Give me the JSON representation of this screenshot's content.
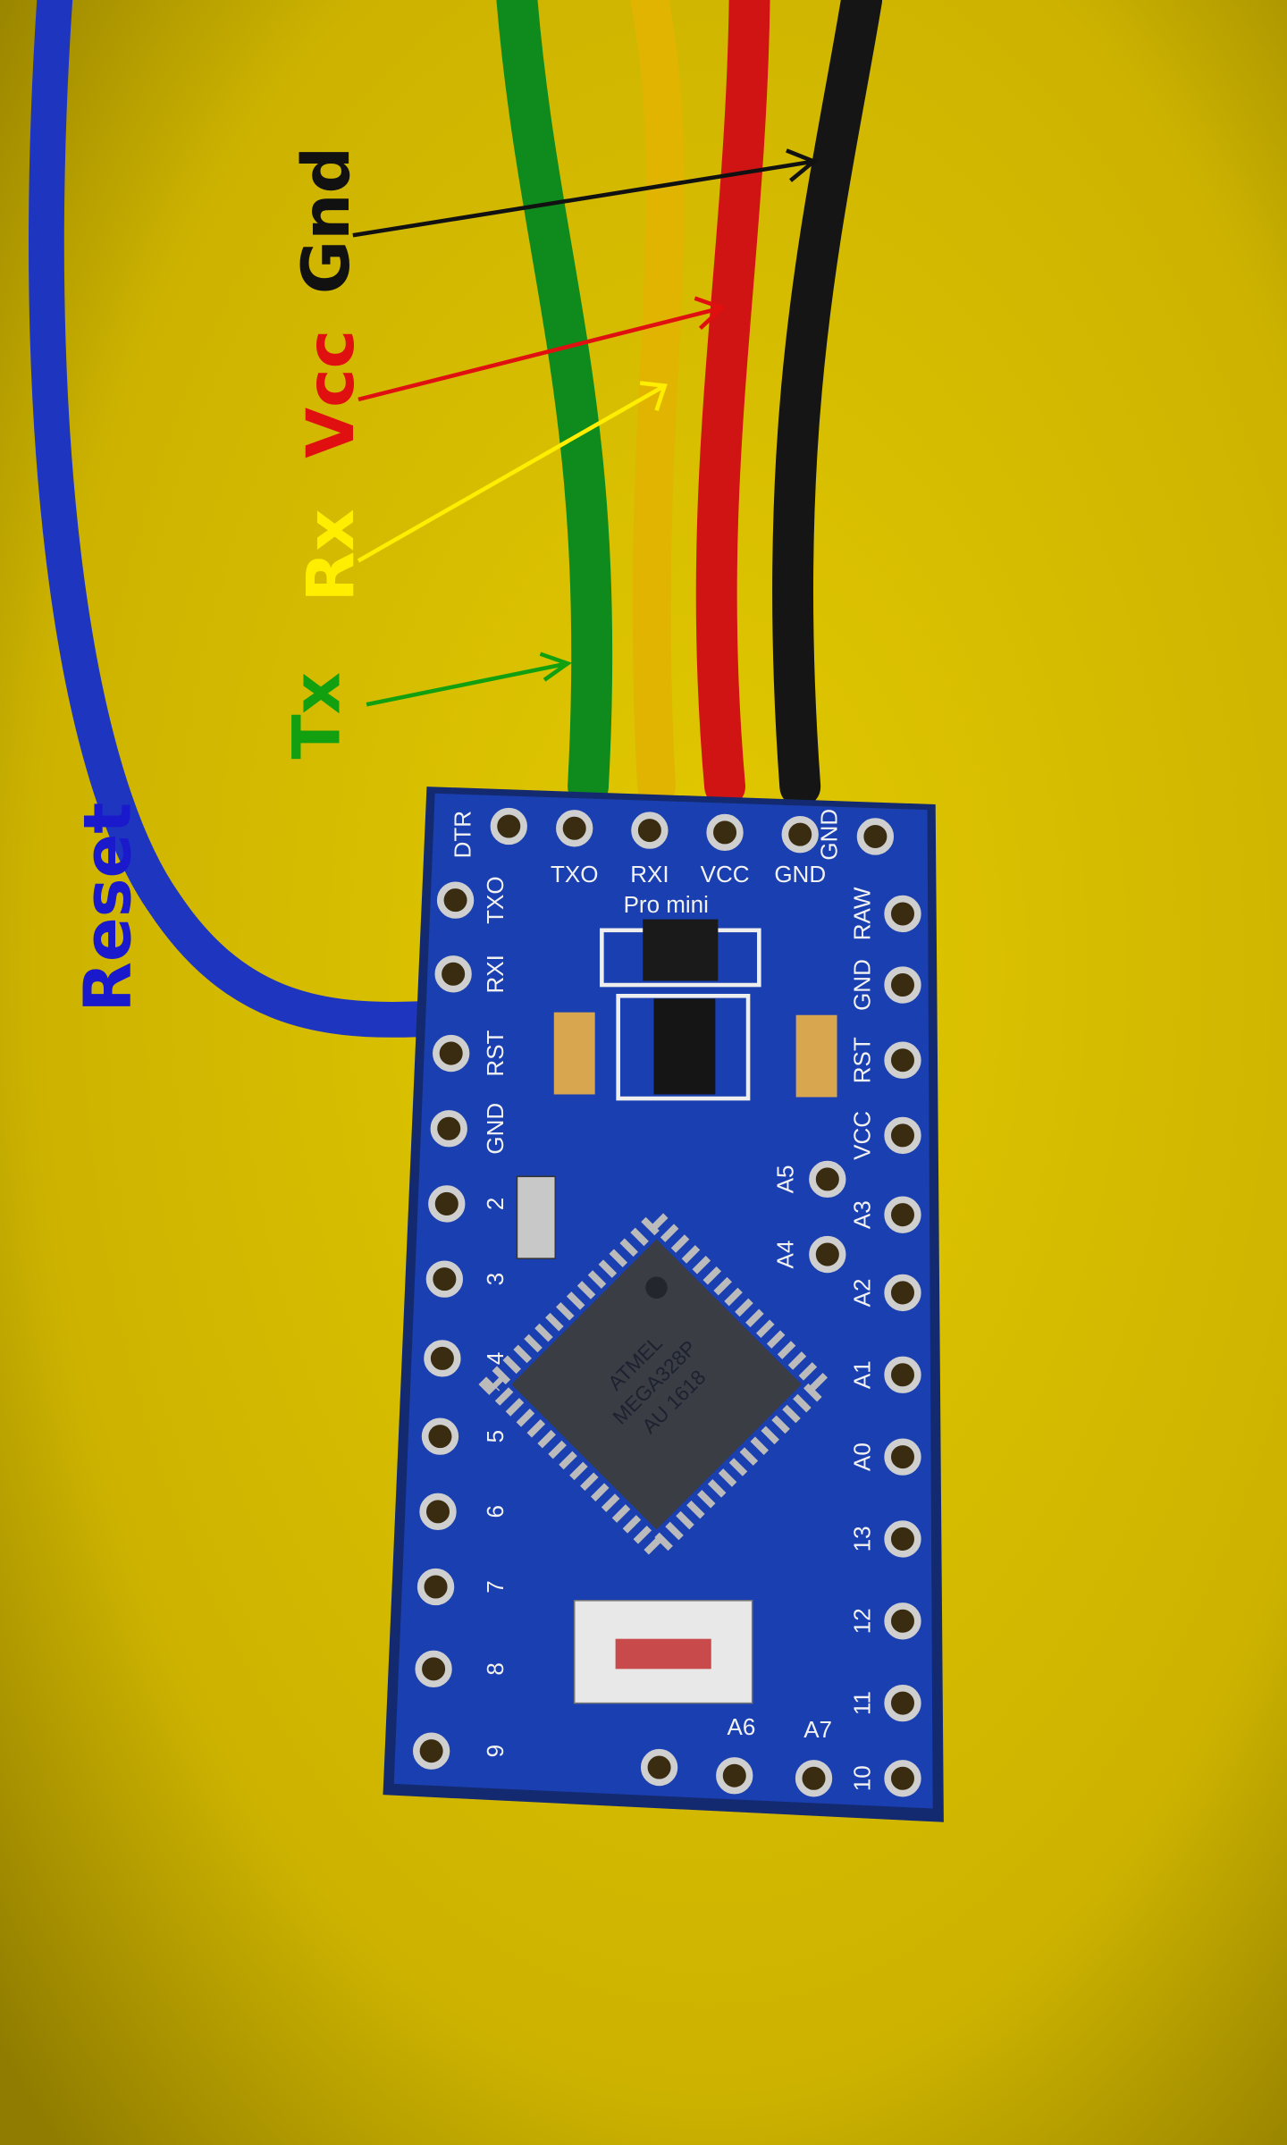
{
  "annotations": {
    "gnd": {
      "label": "Gnd",
      "color": "#111111"
    },
    "vcc": {
      "label": "Vcc",
      "color": "#e01010"
    },
    "rx": {
      "label": "Rx",
      "color": "#ffee00"
    },
    "tx": {
      "label": "Tx",
      "color": "#12a010"
    },
    "reset": {
      "label": "Reset",
      "color": "#1a1acc"
    }
  },
  "board": {
    "name": "Pro mini",
    "header_top": [
      "DTR",
      "TXO",
      "RXI",
      "VCC",
      "GND",
      "GND"
    ],
    "left_pins": [
      "TXO",
      "RXI",
      "RST",
      "GND",
      "2",
      "3",
      "4",
      "5",
      "6",
      "7",
      "8",
      "9"
    ],
    "right_pins": [
      "RAW",
      "GND",
      "RST",
      "VCC",
      "A3",
      "A2",
      "A1",
      "A0",
      "13",
      "12",
      "11",
      "10"
    ],
    "inner_pins": [
      "A5",
      "A4"
    ],
    "bottom_pins": [
      "A6",
      "A7"
    ],
    "chip_brand": "ATMEL",
    "chip_model": "MEGA328P",
    "chip_code": "AU 1618",
    "color": "#1a3fb0"
  },
  "wires": {
    "blue": "#1e35c0",
    "green": "#0f8a1c",
    "yellow": "#e0b400",
    "red": "#d01414",
    "black": "#151515"
  },
  "background": "#d4bd00"
}
